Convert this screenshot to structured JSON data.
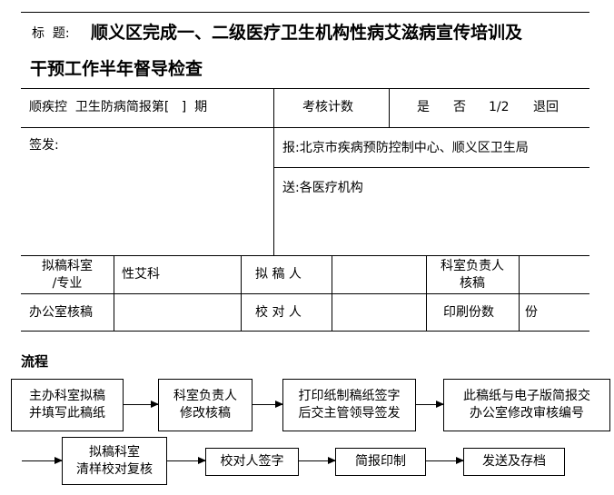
{
  "header": {
    "title_label": "标  题:",
    "title_line1": "顺义区完成一、二级医疗卫生机构性病艾滋病宣传培训及",
    "title_line2": "干预工作半年督导检查"
  },
  "info_row": {
    "bulletin": "顺疾控  卫生防病简报第[   ]  期",
    "check_label": "考核计数",
    "yes": "是",
    "no": "否",
    "ratio": "1/2",
    "return": "退回"
  },
  "sign": {
    "sign_label": "签发:",
    "report_to": "报:北京市疾病预防控制中心、顺义区卫生局",
    "send_to": "送:各医疗机构"
  },
  "form": {
    "draft_dept_label_1": "拟稿科室",
    "draft_dept_label_2": "/专业",
    "draft_dept_value": "性艾科",
    "drafter_label": "拟 稿 人",
    "dept_head_label_1": "科室负责人",
    "dept_head_label_2": "核稿",
    "office_review_label": "办公室核稿",
    "proofreader_label": "校 对 人",
    "print_count_label": "印刷份数",
    "copies_unit": "份"
  },
  "flow": {
    "heading": "流程",
    "steps_row1": [
      [
        "主办科室拟稿",
        "并填写此稿纸"
      ],
      [
        "科室负责人",
        "修改核稿"
      ],
      [
        "打印纸制稿纸签字",
        "后交主管领导签发"
      ],
      [
        "此稿纸与电子版简报交",
        "办公室修改审核编号"
      ]
    ],
    "steps_row2": [
      [
        "拟稿科室",
        "清样校对复核"
      ],
      [
        "校对人签字"
      ],
      [
        "简报印制"
      ],
      [
        "发送及存档"
      ]
    ]
  }
}
